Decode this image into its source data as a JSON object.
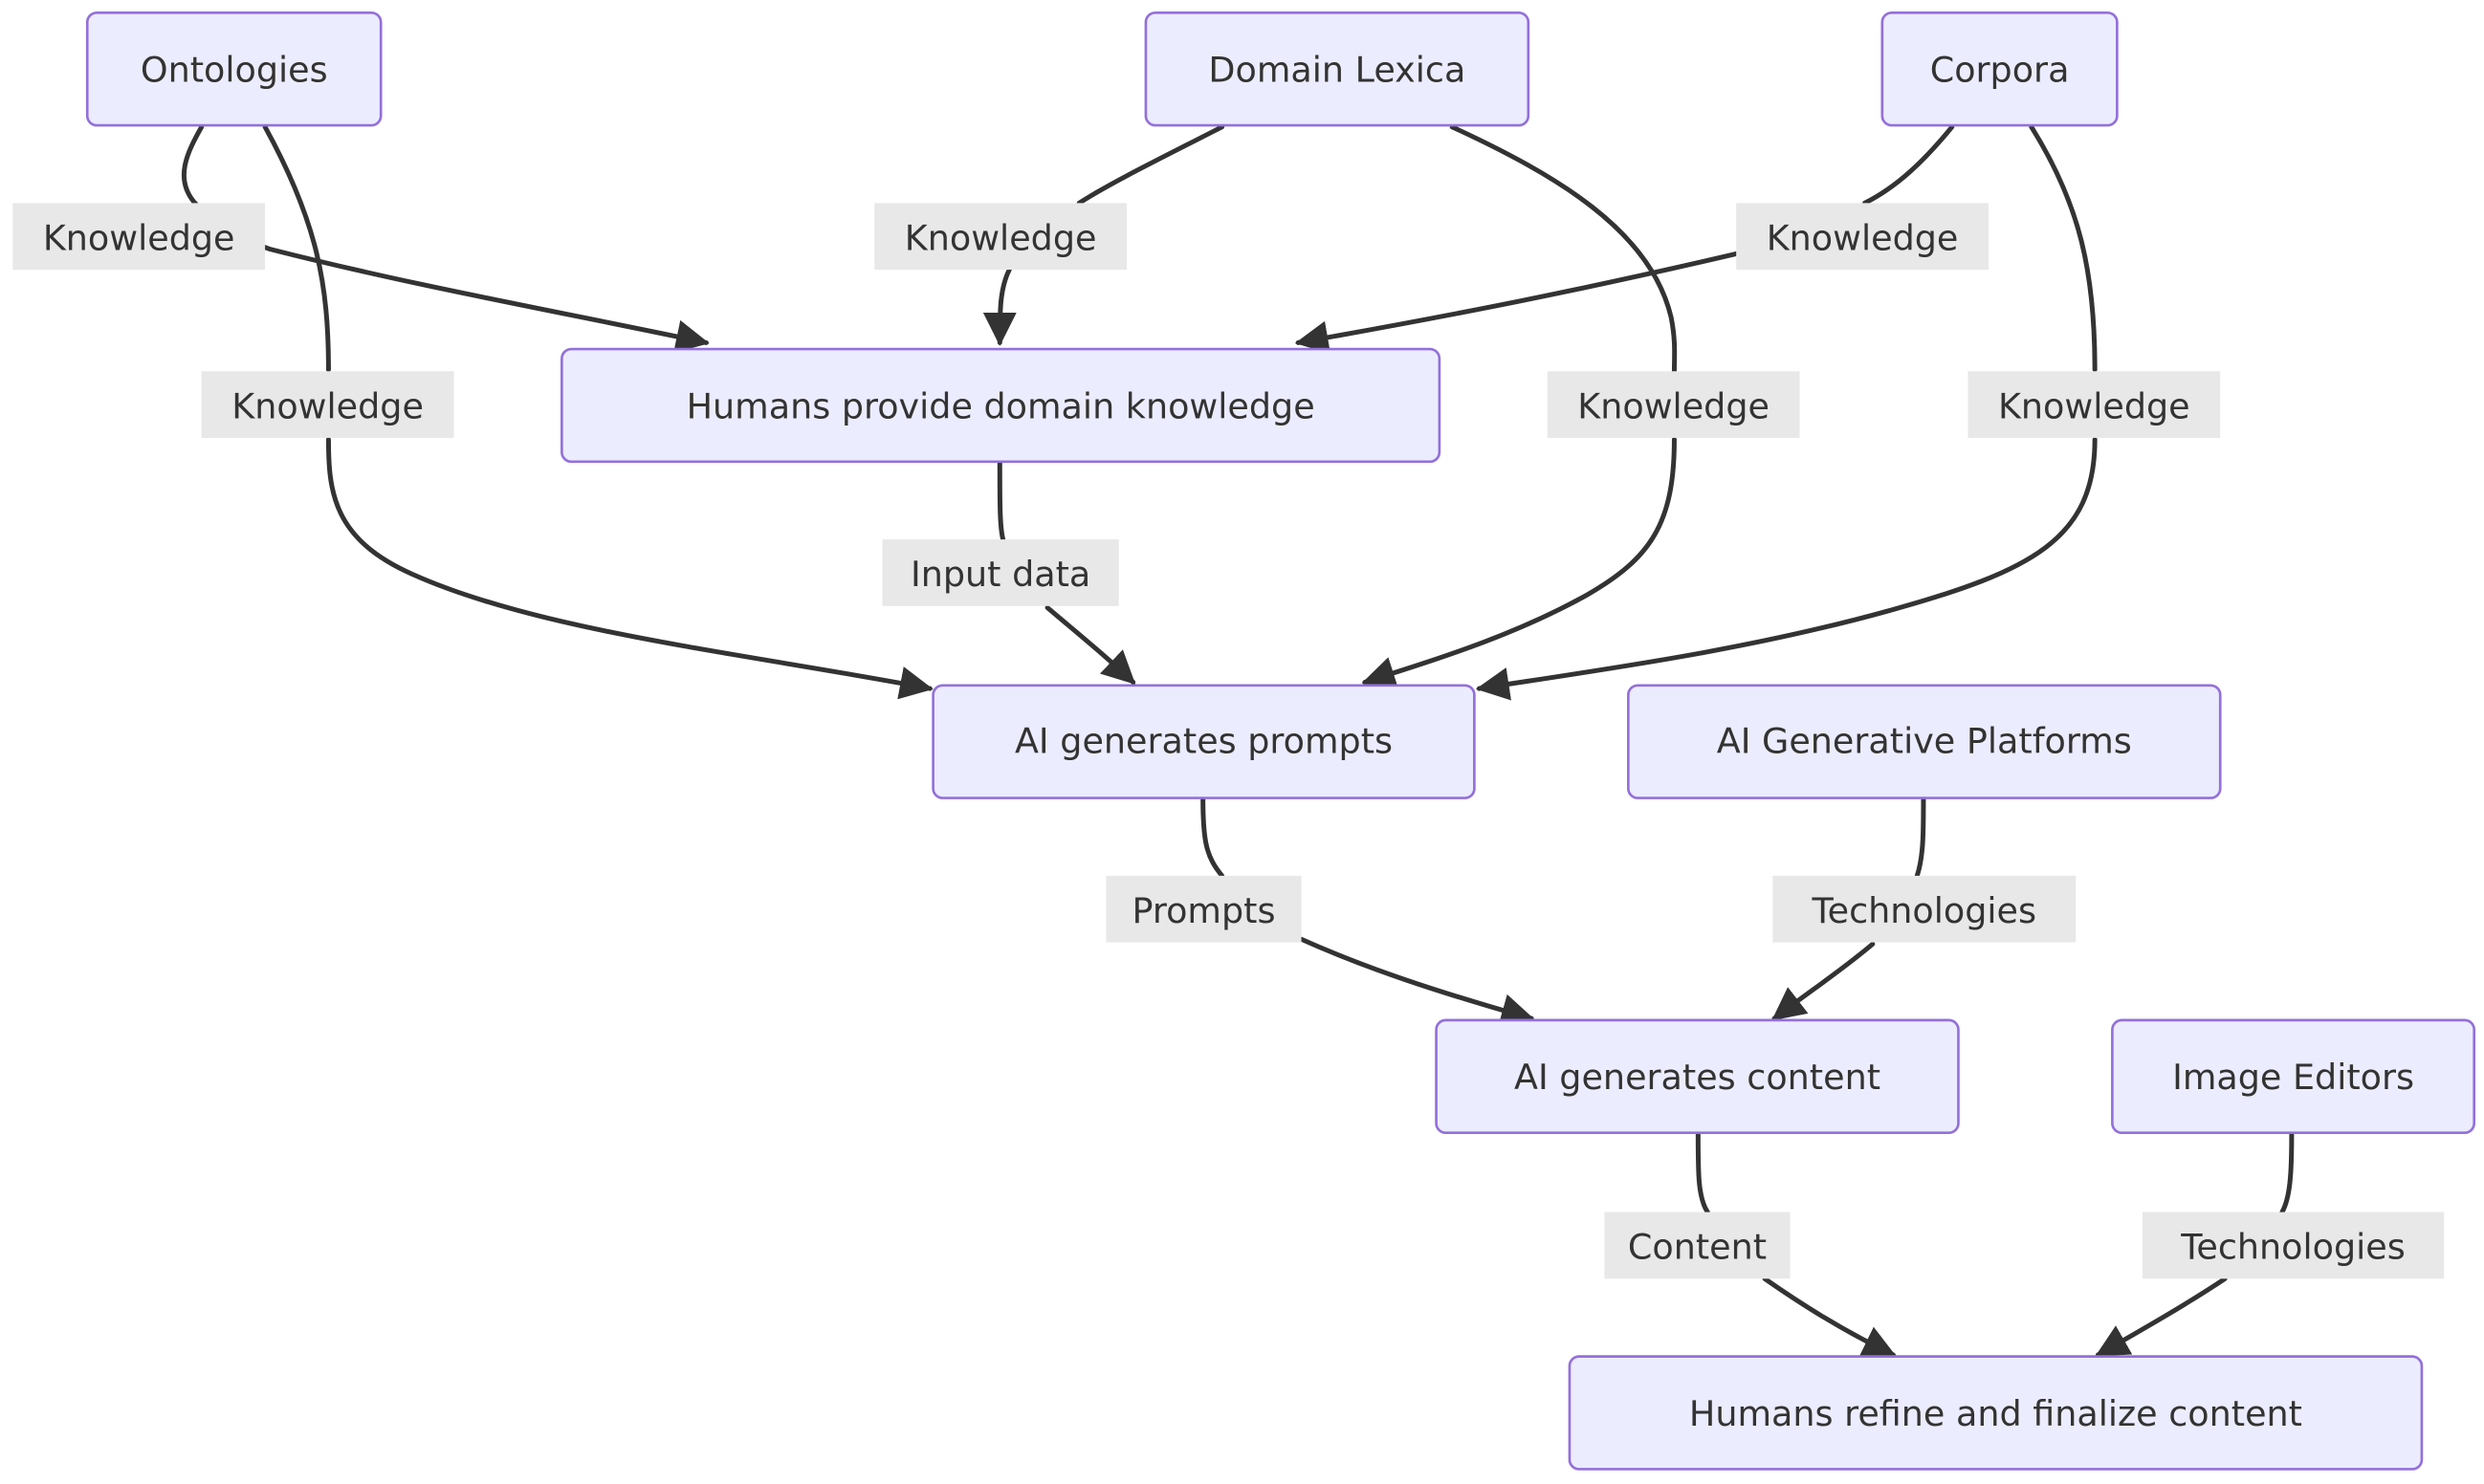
{
  "nodes": {
    "ontologies": "Ontologies",
    "domain_lexica": "Domain Lexica",
    "corpora": "Corpora",
    "humans_provide": "Humans provide domain knowledge",
    "ai_prompts": "AI generates prompts",
    "ai_platforms": "AI Generative Platforms",
    "ai_content": "AI generates content",
    "image_editors": "Image Editors",
    "humans_refine": "Humans refine and finalize content"
  },
  "edges": {
    "ontologies_to_humans": "Knowledge",
    "lexica_to_humans": "Knowledge",
    "corpora_to_humans": "Knowledge",
    "ontologies_to_prompts": "Knowledge",
    "lexica_to_prompts": "Knowledge",
    "corpora_to_prompts": "Knowledge",
    "humans_to_prompts": "Input data",
    "prompts_to_content": "Prompts",
    "platforms_to_content": "Technologies",
    "content_to_refine": "Content",
    "editors_to_refine": "Technologies"
  },
  "colors": {
    "node_fill": "#ECECFF",
    "node_border": "#9370DB",
    "edge": "#333333",
    "label_background": "#e8e8e8",
    "text": "#333333"
  }
}
